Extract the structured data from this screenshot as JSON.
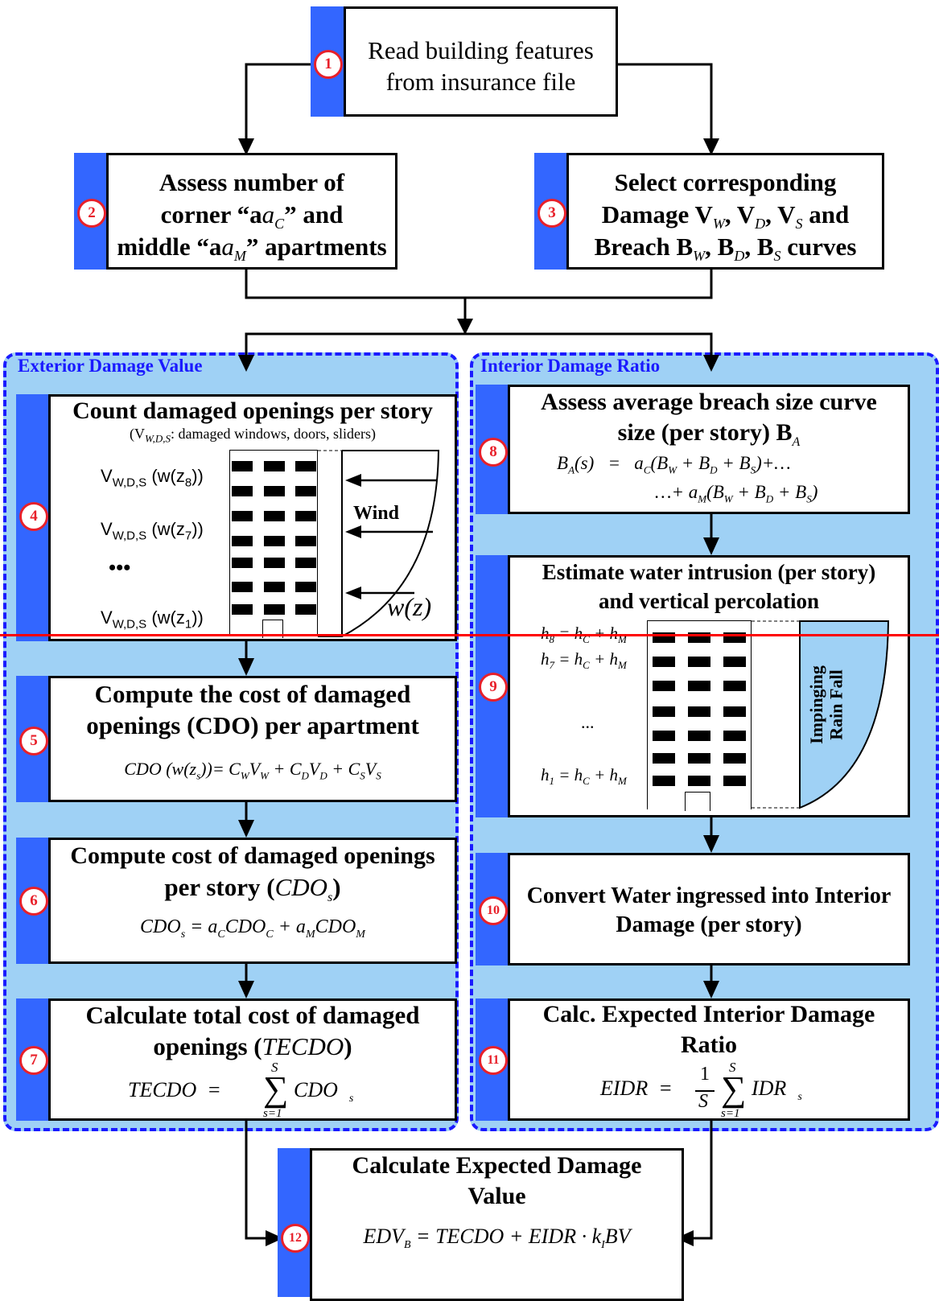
{
  "steps": {
    "s1": {
      "num": "1",
      "lines": [
        "Read building features",
        "from insurance file"
      ]
    },
    "s2": {
      "num": "2",
      "lines": [
        "Assess number of",
        "corner “a",
        "” and",
        "middle “a",
        "” apartments"
      ],
      "sub_c": "C",
      "sub_m": "M"
    },
    "s3": {
      "num": "3",
      "lines": [
        "Select corresponding",
        "Damage V",
        "W",
        ", V",
        "D",
        ", V",
        "S",
        " and",
        "Breach B",
        "W",
        ", B",
        "D",
        ", B",
        "S",
        " curves"
      ]
    },
    "s4": {
      "num": "4",
      "title": "Count damaged openings per story",
      "subtitle": "(V",
      "subtitle_sub": "W,D,S",
      "subtitle_rest": ": damaged windows, doors, sliders)",
      "rows": [
        {
          "v": "V",
          "sub": "W,D,S",
          "arg": " (w(z",
          "zsub": "8",
          "close": "))"
        },
        {
          "v": "V",
          "sub": "W,D,S",
          "arg": " (w(z",
          "zsub": "7",
          "close": "))"
        },
        {
          "v": "V",
          "sub": "W,D,S",
          "arg": " (w(z",
          "zsub": "1",
          "close": "))"
        }
      ],
      "dots": "•••",
      "wind": "Wind",
      "wz": "w(z)"
    },
    "s5": {
      "num": "5",
      "lines": [
        "Compute the cost of damaged",
        "openings (CDO) per apartment"
      ],
      "eq": "CDO  (w(z",
      "eq_rest": "))= C",
      "eq2": "V",
      "eq3": " + C",
      "eq4": "V",
      "eq5": " + C",
      "eq6": "V"
    },
    "s6": {
      "num": "6",
      "lines": [
        "Compute cost of damaged openings",
        "per story (",
        "CDO",
        ")"
      ],
      "eq": "CDO"
    },
    "s7": {
      "num": "7",
      "lines": [
        "Calculate total cost of damaged",
        "openings (",
        "TECDO",
        ")"
      ],
      "eq": "TECDO",
      "eq_sum_top": "S",
      "eq_sum_bot": "s=1",
      "eq_rhs": "CDO",
      "eq_sub": "s"
    },
    "s8": {
      "num": "8",
      "lines": [
        "Assess average breach size curve",
        "size (per story) B"
      ],
      "sub": "A"
    },
    "s9": {
      "num": "9",
      "lines": [
        "Estimate water intrusion (per story)",
        "and vertical percolation"
      ],
      "h8": "h",
      "h7": "h",
      "h1": "h",
      "dots": "...",
      "rain1": "Impinging",
      "rain2": "Rain Fall"
    },
    "s10": {
      "num": "10",
      "lines": [
        "Convert Water ingressed into Interior",
        "Damage (per story)"
      ]
    },
    "s11": {
      "num": "11",
      "lines": [
        "Calc. Expected Interior Damage",
        "Ratio"
      ],
      "eq": "EIDR"
    },
    "s12": {
      "num": "12",
      "lines": [
        "Calculate Expected Damage",
        "Value"
      ],
      "eq": "EDV"
    }
  },
  "panels": {
    "exterior": "Exterior Damage Value",
    "interior": "Interior Damage Ratio"
  },
  "colors": {
    "accent_bar": "#3366ff",
    "panel_fill": "#9fd1f5",
    "panel_border": "#1a1aff",
    "badge": "#e8202a",
    "red_line": "#ff0000"
  }
}
